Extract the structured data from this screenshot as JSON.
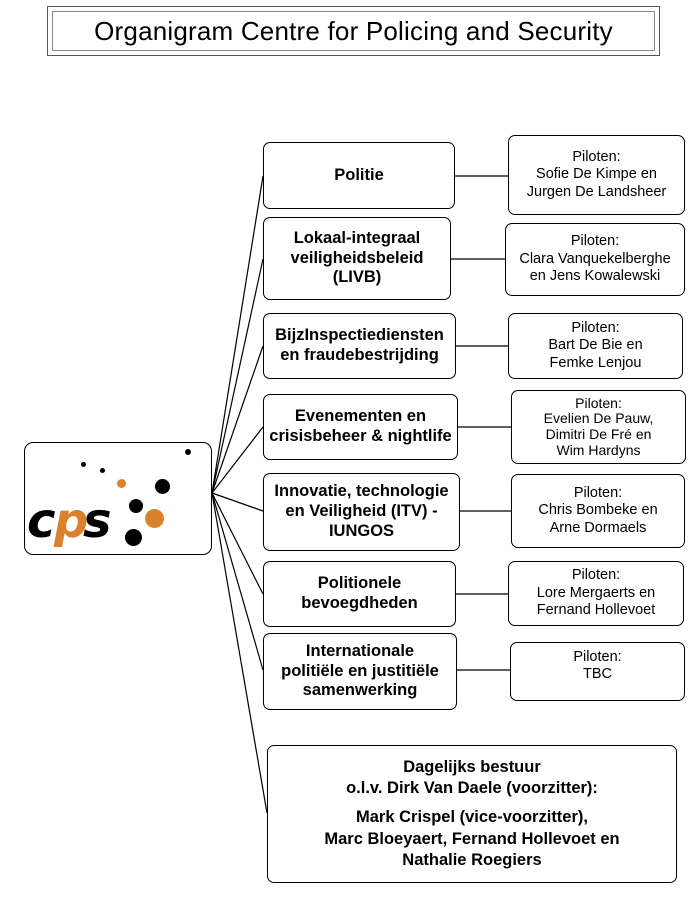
{
  "title": "Organigram Centre for Policing and Security",
  "logo": {
    "c": "c",
    "p": "p",
    "s": "s",
    "orange": "#d9822b",
    "black": "#000000"
  },
  "departments": [
    {
      "lines": [
        "Politie"
      ],
      "pilot": [
        "Piloten:",
        "Sofie De Kimpe en",
        "Jurgen De Landsheer"
      ]
    },
    {
      "lines": [
        "Lokaal-integraal",
        "veiligheidsbeleid",
        "(LIVB)"
      ],
      "pilot": [
        "Piloten:",
        "Clara Vanquekelberghe",
        "en Jens Kowalewski"
      ]
    },
    {
      "lines": [
        "BijzInspectiediensten",
        "en fraudebestrijding"
      ],
      "pilot": [
        "Piloten:",
        "Bart De Bie en",
        "Femke Lenjou"
      ]
    },
    {
      "lines": [
        "Evenementen en",
        "crisisbeheer & nightlife"
      ],
      "pilot": [
        "Piloten:",
        "Evelien De Pauw,",
        "Dimitri De Fré en",
        "Wim Hardyns"
      ]
    },
    {
      "lines": [
        "Innovatie, technologie",
        "en Veiligheid (ITV) -",
        "IUNGOS"
      ],
      "pilot": [
        "Piloten:",
        "Chris Bombeke en",
        "Arne Dormaels"
      ]
    },
    {
      "lines": [
        "Politionele",
        "bevoegdheden"
      ],
      "pilot": [
        "Piloten:",
        "Lore Mergaerts en",
        "Fernand Hollevoet"
      ]
    },
    {
      "lines": [
        "Internationale",
        "politiële en justitiële",
        "samenwerking"
      ],
      "pilot": [
        "Piloten:",
        "TBC"
      ]
    }
  ],
  "board": {
    "lines": [
      "Dagelijks bestuur",
      "o.l.v. Dirk Van Daele (voorzitter):",
      "",
      "Mark Crispel (vice-voorzitter),",
      "Marc Bloeyaert, Fernand Hollevoet en",
      "Nathalie Roegiers"
    ]
  }
}
